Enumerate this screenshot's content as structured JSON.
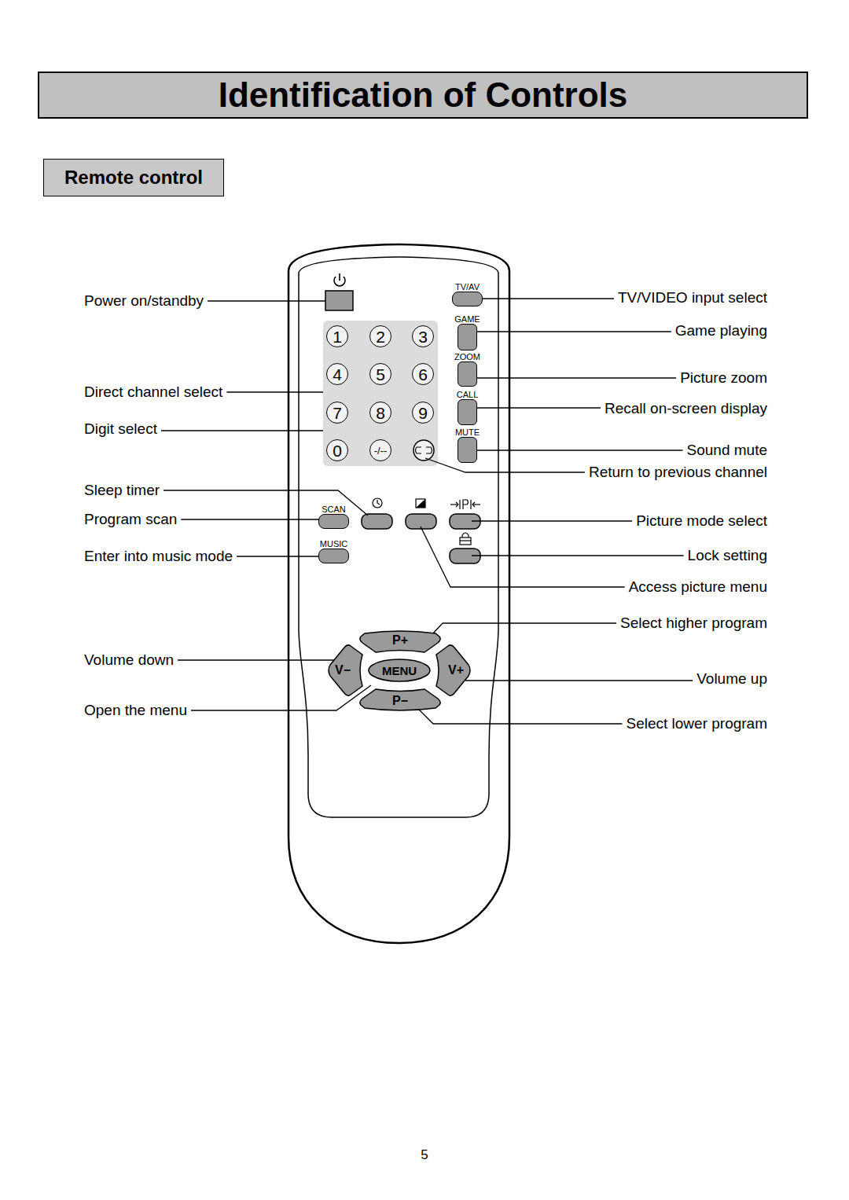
{
  "diagram": {
    "title": "Identification of Controls",
    "nodes": [
      {
        "text": [
          "Identification of Controls"
        ]
      },
      {
        "text": [
          "Remote control"
        ]
      },
      {
        "text": [
          "TV/AV"
        ]
      },
      {
        "text": [
          "1"
        ]
      },
      {
        "text": [
          "2"
        ]
      },
      {
        "text": [
          "3"
        ]
      },
      {
        "text": [
          "GAME"
        ]
      },
      {
        "text": [
          "ZOOM"
        ]
      },
      {
        "text": [
          "4"
        ]
      },
      {
        "text": [
          "5"
        ]
      },
      {
        "text": [
          "6"
        ]
      },
      {
        "text": [
          "CALL"
        ]
      },
      {
        "text": [
          "7"
        ]
      },
      {
        "text": [
          "8"
        ]
      },
      {
        "text": [
          "9"
        ]
      },
      {
        "text": [
          "MUTE"
        ]
      },
      {
        "text": [
          "0"
        ]
      },
      {
        "text": [
          "-/--"
        ]
      },
      {
        "text": [
          "SCAN"
        ]
      },
      {
        "text": [
          "MUSIC"
        ]
      },
      {
        "text": [
          "P+"
        ]
      },
      {
        "text": [
          "V−"
        ]
      },
      {
        "text": [
          "MENU"
        ]
      },
      {
        "text": [
          "V+"
        ]
      },
      {
        "text": [
          "P−"
        ]
      }
    ],
    "labels": [
      "Power on/standby",
      "TV/VIDEO input select",
      "Game playing",
      "Picture zoom",
      "Direct channel select",
      "Recall on-screen display",
      "Digit select",
      "Sound mute",
      "Return to previous channel",
      "Sleep timer",
      "Program scan",
      "Picture mode select",
      "Enter into music mode",
      "Lock setting",
      "Access picture menu",
      "Select higher program",
      "Volume down",
      "Volume up",
      "Open the menu",
      "Select lower program",
      "5"
    ]
  }
}
